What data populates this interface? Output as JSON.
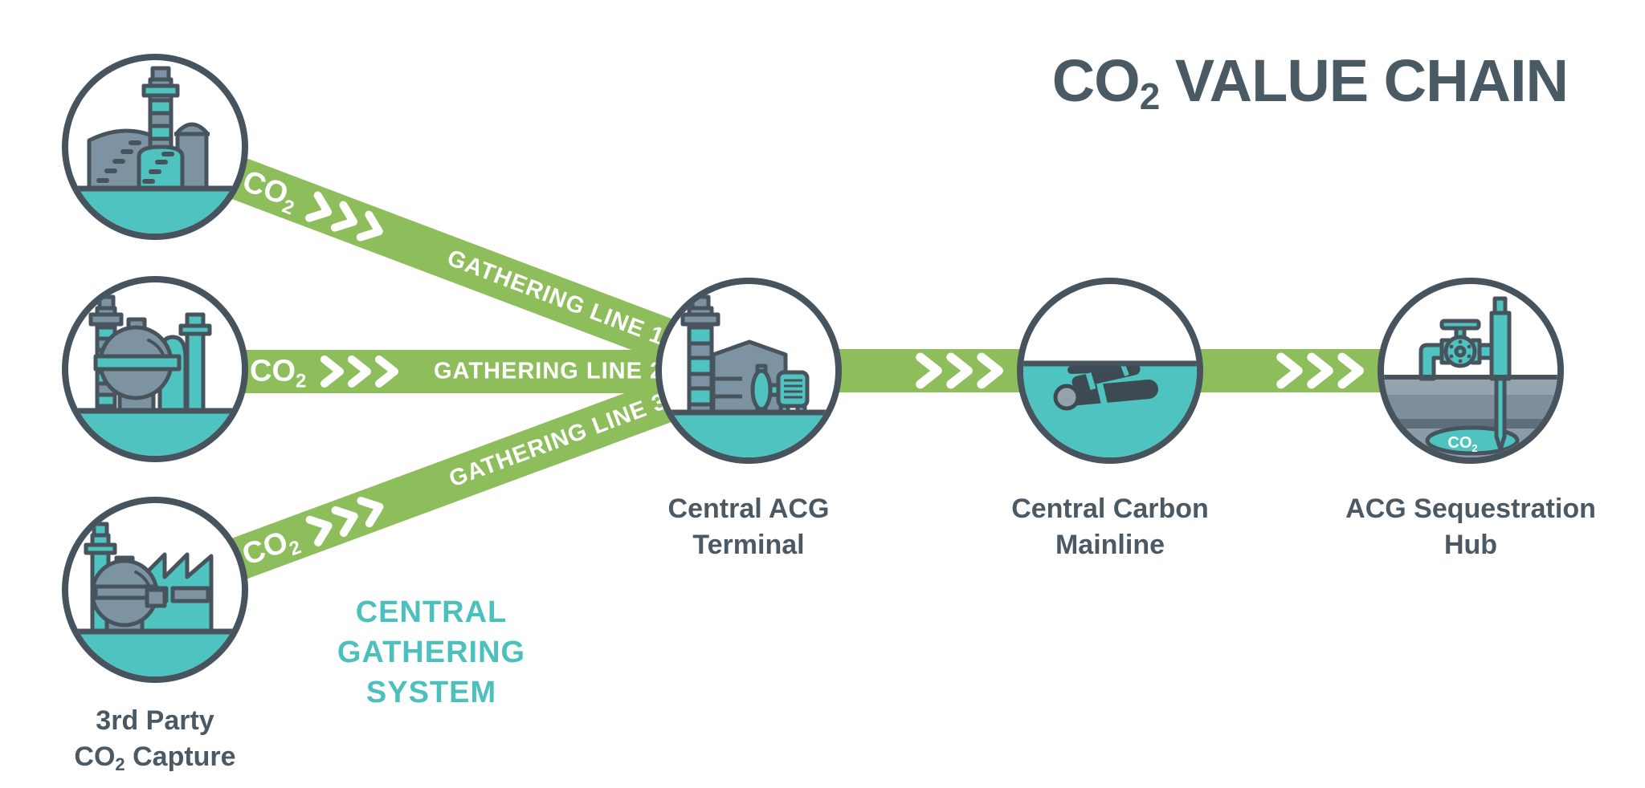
{
  "title": {
    "prefix": "CO",
    "sub": "2",
    "suffix": " VALUE CHAIN"
  },
  "colors": {
    "pipeline_green": "#8DBE5B",
    "teal": "#4EC3BF",
    "teal_text": "#4BC0BC",
    "outline_slate": "#47545E",
    "label_text": "#4A5963",
    "machinery_gray": "#7E93A2",
    "buried_pipe_dark": "#3E4A52"
  },
  "pipelines": {
    "co2": {
      "prefix": "CO",
      "sub": "2"
    },
    "gathering_line_1": "GATHERING LINE 1",
    "gathering_line_2": "GATHERING LINE 2",
    "gathering_line_3": "GATHERING LINE 3"
  },
  "central_gathering_system": {
    "line1": "CENTRAL",
    "line2": "GATHERING",
    "line3": "SYSTEM"
  },
  "nodes": {
    "third_party_capture": {
      "line1": "3rd Party",
      "line2_prefix": "CO",
      "line2_sub": "2",
      "line2_suffix": " Capture"
    },
    "central_acg_terminal": {
      "line1": "Central ACG",
      "line2": "Terminal"
    },
    "central_carbon_mainline": {
      "line1": "Central Carbon",
      "line2": "Mainline"
    },
    "acg_sequestration_hub": {
      "line1": "ACG Sequestration",
      "line2": "Hub",
      "reservoir_co2": {
        "prefix": "CO",
        "sub": "2"
      }
    }
  }
}
